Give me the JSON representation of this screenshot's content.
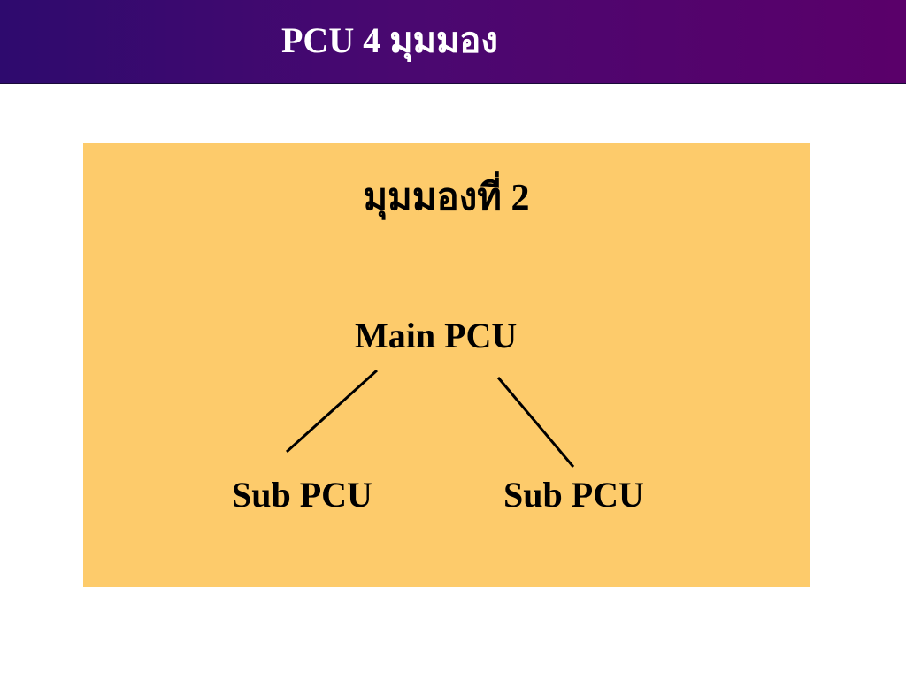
{
  "slide": {
    "title": "PCU  4  มุมมอง"
  },
  "diagram": {
    "heading": "มุมมองที่ 2",
    "root": "Main PCU",
    "children": [
      "Sub PCU",
      "Sub PCU"
    ]
  },
  "colors": {
    "title_bar": "#4a0870",
    "panel": "#fdcb6b",
    "title_text": "#ffffff",
    "body_text": "#000000"
  }
}
